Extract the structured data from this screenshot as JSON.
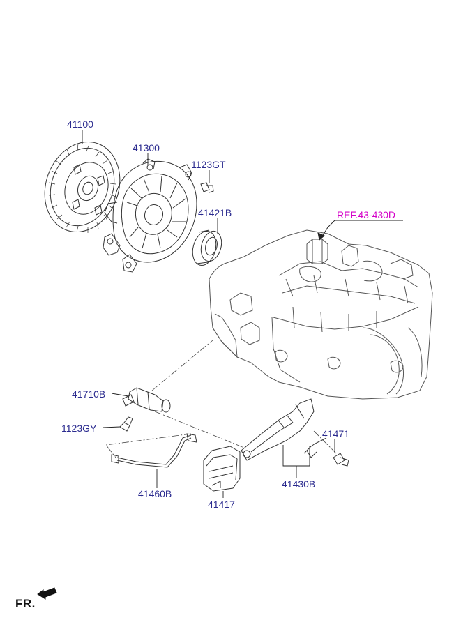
{
  "colors": {
    "part_label": "#2b2b8f",
    "ref_label": "#d400c8",
    "line": "#333333",
    "fill": "#ffffff"
  },
  "parts": [
    {
      "id": "41100"
    },
    {
      "id": "41300"
    },
    {
      "id": "1123GT"
    },
    {
      "id": "41421B"
    },
    {
      "id": "41710B"
    },
    {
      "id": "1123GY"
    },
    {
      "id": "41460B"
    },
    {
      "id": "41417"
    },
    {
      "id": "41430B"
    },
    {
      "id": "41471"
    }
  ],
  "reference": {
    "text": "REF.43-430D"
  },
  "direction": {
    "text": "FR."
  }
}
